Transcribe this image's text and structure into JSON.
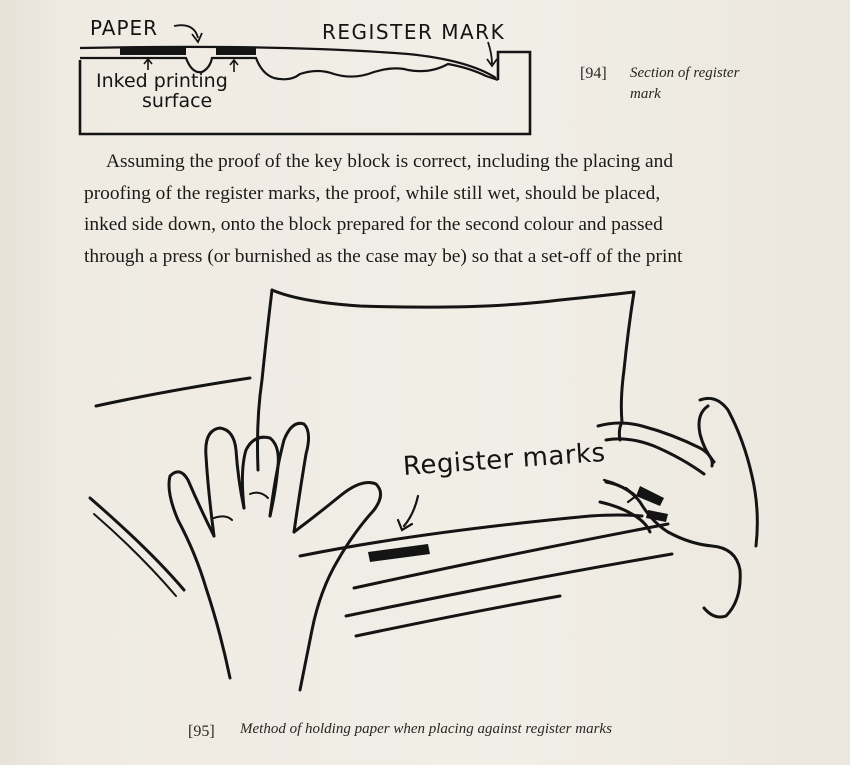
{
  "figure_94": {
    "labels": {
      "paper": "PAPER",
      "register_mark": "REGISTER MARK",
      "inked_line1": "Inked printing",
      "inked_line2": "surface"
    },
    "caption_number": "[94]",
    "caption_text": "Section of register mark"
  },
  "body": {
    "lines": [
      "Assuming the proof of the key block is correct, including the placing and",
      "proofing of the register marks, the proof, while still wet, should be placed,",
      "inked side down, onto the block prepared for the second colour and passed",
      "through a press (or burnished as the case may be) so that a set-off of the print"
    ]
  },
  "figure_95": {
    "label": "Register marks",
    "caption_number": "[95]",
    "caption_text": "Method of holding paper when placing against register marks"
  },
  "colors": {
    "ink": "#141414",
    "paper": "#f1eee7"
  }
}
